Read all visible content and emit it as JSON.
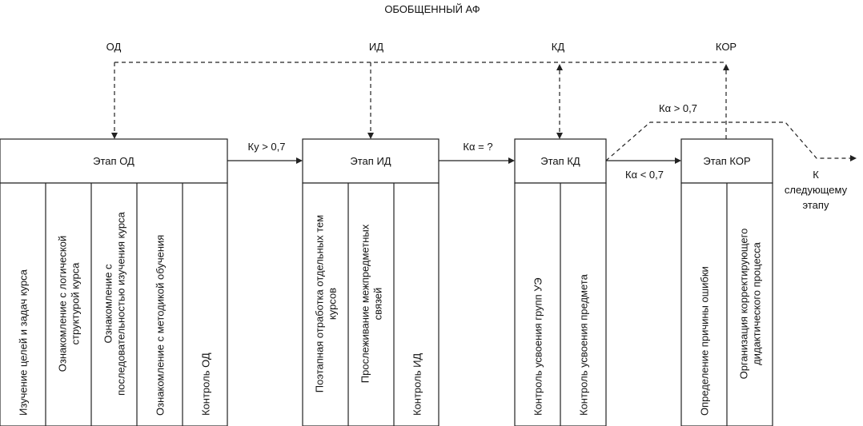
{
  "title": "ОБОБЩЕННЫЙ АФ",
  "top_labels": {
    "od": "ОД",
    "id": "ИД",
    "kd": "КД",
    "kor": "КОР"
  },
  "stages": {
    "od": {
      "header": "Этап ОД",
      "columns": [
        [
          "Изучение целей и задач курса"
        ],
        [
          "Ознакомление с логической",
          "структурой курса"
        ],
        [
          "Ознакомление с",
          "последовательностью изучения курса"
        ],
        [
          "Ознакомление с методикой обучения"
        ],
        [
          "Контроль ОД"
        ]
      ]
    },
    "id": {
      "header": "Этап ИД",
      "columns": [
        [
          "Поэтапная отработка отдельных тем",
          "курсов"
        ],
        [
          "Прослеживание межпредметных",
          "связей"
        ],
        [
          "Контроль ИД"
        ]
      ]
    },
    "kd": {
      "header": "Этап КД",
      "columns": [
        [
          "Контроль усвоения групп УЭ"
        ],
        [
          "Контроль усвоения предмета"
        ]
      ]
    },
    "kor": {
      "header": "Этап КОР",
      "columns": [
        [
          "Определение причины ошибки"
        ],
        [
          "Организация корректирующего",
          "дидактического процесса"
        ]
      ]
    }
  },
  "conditions": {
    "ku": "Ку > 0,7",
    "ka_q": "Кα = ?",
    "ka_gt": "Кα > 0,7",
    "ka_lt": "Кα < 0,7"
  },
  "next_stage": [
    "К",
    "следующему",
    "этапу"
  ]
}
